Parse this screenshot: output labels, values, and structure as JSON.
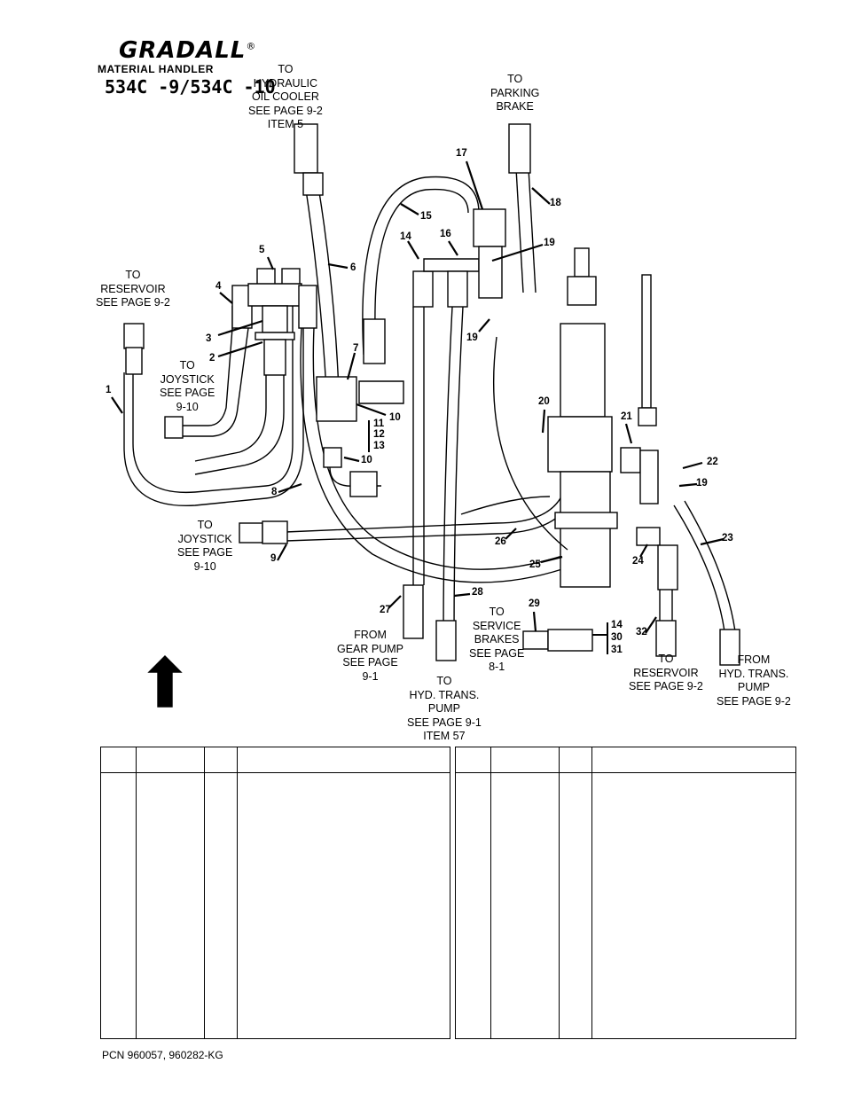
{
  "header": {
    "brand": "GRADALL",
    "registered": "®",
    "product_line": "MATERIAL HANDLER",
    "models": "534C -9/534C -10"
  },
  "callouts": {
    "to_oil_cooler": [
      "TO",
      "HYDRAULIC",
      "OIL COOLER",
      "SEE PAGE 9-2",
      "ITEM 5"
    ],
    "to_parking_brake": [
      "TO",
      "PARKING",
      "BRAKE"
    ],
    "to_reservoir_left": [
      "TO",
      "RESERVOIR",
      "SEE PAGE 9-2"
    ],
    "to_joystick_upper": [
      "TO",
      "JOYSTICK",
      "SEE PAGE",
      "9-10"
    ],
    "to_joystick_lower": [
      "TO",
      "JOYSTICK",
      "SEE PAGE",
      "9-10"
    ],
    "from_gear_pump": [
      "FROM",
      "GEAR  PUMP",
      "SEE PAGE",
      "9-1"
    ],
    "to_hyd_trans_pump": [
      "TO",
      "HYD. TRANS.",
      "PUMP",
      "SEE PAGE 9-1",
      "ITEM 57"
    ],
    "to_service_brakes": [
      "TO",
      "SERVICE",
      "BRAKES",
      "SEE PAGE",
      "8-1"
    ],
    "to_reservoir_right": [
      "TO",
      "RESERVOIR",
      "SEE PAGE 9-2"
    ],
    "from_hyd_trans_pump": [
      "FROM",
      "HYD. TRANS.",
      "PUMP",
      "SEE PAGE 9-2"
    ]
  },
  "item_numbers": {
    "n1": "1",
    "n2": "2",
    "n3": "3",
    "n4": "4",
    "n5": "5",
    "n6": "6",
    "n7": "7",
    "n8": "8",
    "n9": "9",
    "n10a": "10",
    "n10b": "10",
    "n11": "11",
    "n12": "12",
    "n13": "13",
    "n14": "14",
    "n15": "15",
    "n16": "16",
    "n17": "17",
    "n18": "18",
    "n19a": "19",
    "n19b": "19",
    "n19c": "19",
    "n20": "20",
    "n21": "21",
    "n22": "22",
    "n23": "23",
    "n24": "24",
    "n25": "25",
    "n26": "26",
    "n27": "27",
    "n28": "28",
    "n29": "29",
    "n14b": "14",
    "n30": "30",
    "n31": "31",
    "n32": "32"
  },
  "footer": {
    "pcn": "PCN 960057, 960282-KG"
  },
  "colors": {
    "ink": "#000000",
    "paper": "#ffffff"
  }
}
